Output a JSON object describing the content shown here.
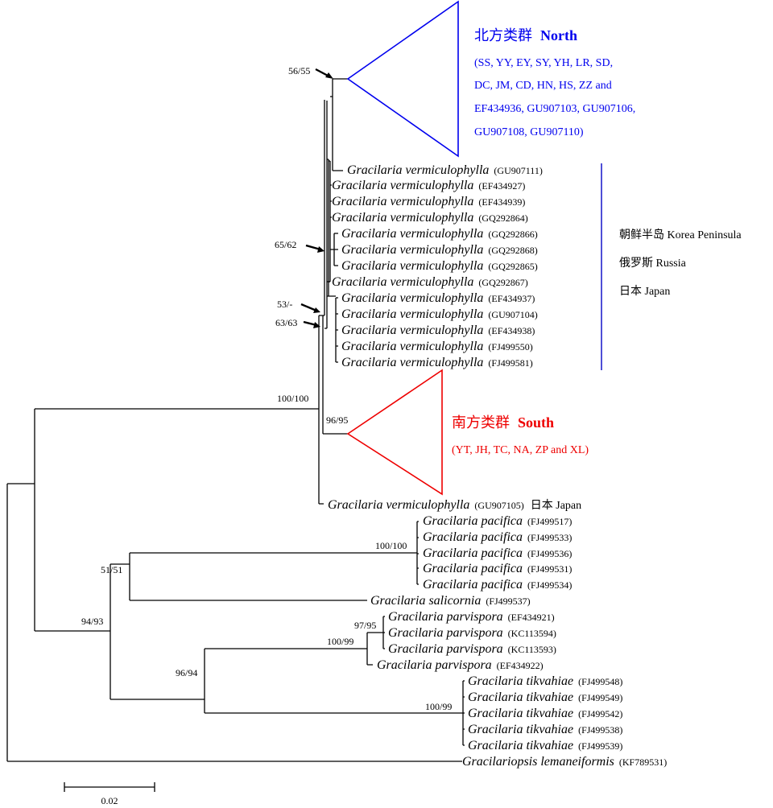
{
  "north_group": {
    "cn": "北方类群",
    "en": "North",
    "members": [
      "(SS, YY, EY, SY, YH, LR, SD,",
      "DC, JM, CD, HN, HS, ZZ and",
      "EF434936, GU907103, GU907106,",
      "GU907108, GU907110)"
    ],
    "color": "#0000ee"
  },
  "south_group": {
    "cn": "南方类群",
    "en": "South",
    "members": "(YT, JH, TC, NA, ZP and XL)",
    "color": "#ee0000"
  },
  "region_labels": [
    "朝鲜半岛  Korea Peninsula",
    "俄罗斯  Russia",
    "日本  Japan"
  ],
  "region_bar_color": "#2222cc",
  "support_values": {
    "n56": "56/55",
    "n65": "65/62",
    "n53": "53/-",
    "n63": "63/63",
    "n100a": "100/100",
    "n9695": "96/95",
    "npac": "100/100",
    "n51": "51/51",
    "n94": "94/93",
    "n9795": "97/95",
    "n10099": "100/99",
    "n9694": "96/94",
    "ntik": "100/99"
  },
  "taxa": [
    {
      "name": "Gracilaria vermiculophylla",
      "accession": "(GU907111)"
    },
    {
      "name": "Gracilaria vermiculophylla",
      "accession": "(EF434927)"
    },
    {
      "name": "Gracilaria vermiculophylla",
      "accession": "(EF434939)"
    },
    {
      "name": "Gracilaria vermiculophylla",
      "accession": "(GQ292864)"
    },
    {
      "name": "Gracilaria vermiculophylla",
      "accession": "(GQ292866)"
    },
    {
      "name": "Gracilaria vermiculophylla",
      "accession": "(GQ292868)"
    },
    {
      "name": "Gracilaria vermiculophylla",
      "accession": "(GQ292865)"
    },
    {
      "name": "Gracilaria vermiculophylla",
      "accession": "(GQ292867)"
    },
    {
      "name": "Gracilaria vermiculophylla",
      "accession": "(EF434937)"
    },
    {
      "name": "Gracilaria vermiculophylla",
      "accession": "(GU907104)"
    },
    {
      "name": "Gracilaria vermiculophylla",
      "accession": "(EF434938)"
    },
    {
      "name": "Gracilaria vermiculophylla",
      "accession": "(FJ499550)"
    },
    {
      "name": "Gracilaria vermiculophylla",
      "accession": "(FJ499581)"
    },
    {
      "name": "Gracilaria vermiculophylla",
      "accession": "(GU907105)",
      "region": "日本  Japan"
    },
    {
      "name": "Gracilaria pacifica",
      "accession": "(FJ499517)"
    },
    {
      "name": "Gracilaria pacifica",
      "accession": "(FJ499533)"
    },
    {
      "name": "Gracilaria pacifica",
      "accession": "(FJ499536)"
    },
    {
      "name": "Gracilaria pacifica",
      "accession": "(FJ499531)"
    },
    {
      "name": "Gracilaria pacifica",
      "accession": "(FJ499534)"
    },
    {
      "name": "Gracilaria salicornia",
      "accession": "(FJ499537)"
    },
    {
      "name": "Gracilaria parvispora",
      "accession": "(EF434921)"
    },
    {
      "name": "Gracilaria parvispora",
      "accession": "(KC113594)"
    },
    {
      "name": "Gracilaria parvispora",
      "accession": "(KC113593)"
    },
    {
      "name": "Gracilaria parvispora",
      "accession": "(EF434922)"
    },
    {
      "name": "Gracilaria tikvahiae",
      "accession": "(FJ499548)"
    },
    {
      "name": "Gracilaria tikvahiae",
      "accession": "(FJ499549)"
    },
    {
      "name": "Gracilaria tikvahiae",
      "accession": "(FJ499542)"
    },
    {
      "name": "Gracilaria tikvahiae",
      "accession": "(FJ499538)"
    },
    {
      "name": "Gracilaria tikvahiae",
      "accession": "(FJ499539)"
    },
    {
      "name": "Gracilariopsis lemaneiformis",
      "accession": "(KF789531)"
    }
  ],
  "scale_bar": {
    "label": "0.02"
  }
}
